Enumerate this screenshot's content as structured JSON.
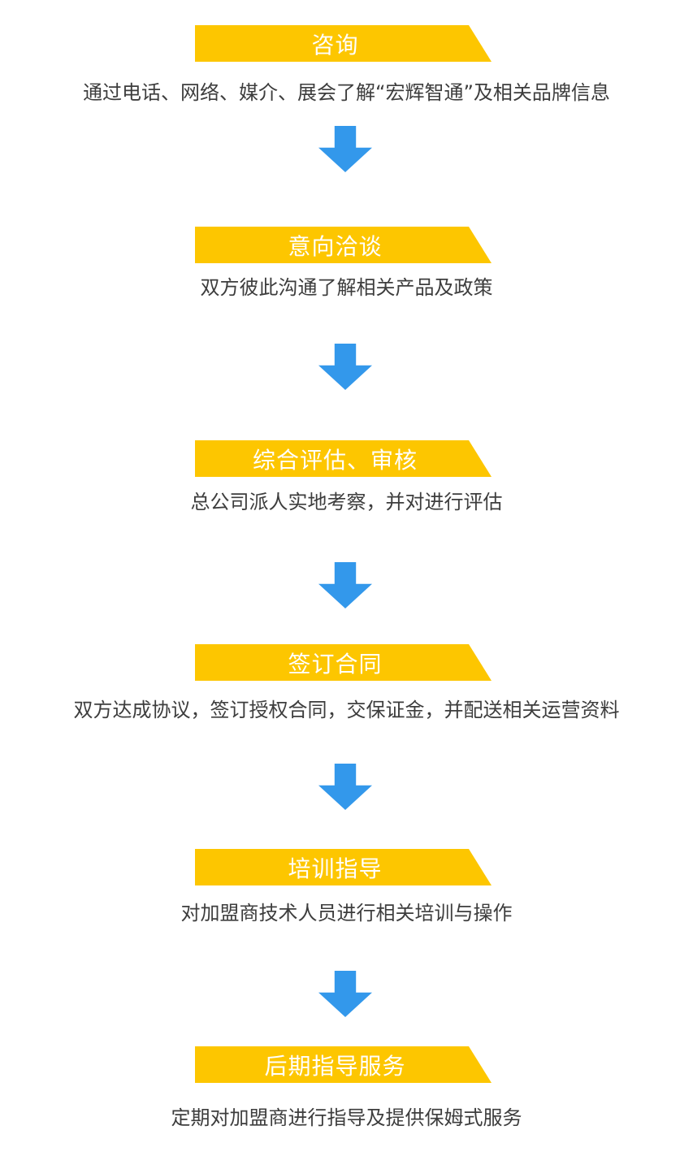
{
  "page": {
    "type": "franchise-process-flowchart",
    "background": "#FFFFFF"
  },
  "colors": {
    "banner_yellow": "#FDC600",
    "arrow_blue": "#3398EB",
    "description_text": "#3D3D3D",
    "banner_text": "#FFFFFF"
  },
  "icons": {
    "between_steps": "arrow-down-icon"
  },
  "steps": [
    {
      "title": "咨询",
      "description": "通过电话、网络、媒介、展会了解“宏辉智通”及相关品牌信息"
    },
    {
      "title": "意向洽谈",
      "description": "双方彼此沟通了解相关产品及政策"
    },
    {
      "title": "综合评估、审核",
      "description": "总公司派人实地考察，并对进行评估"
    },
    {
      "title": "签订合同",
      "description": "双方达成协议，签订授权合同，交保证金，并配送相关运营资料"
    },
    {
      "title": "培训指导",
      "description": "对加盟商技术人员进行相关培训与操作"
    },
    {
      "title": "后期指导服务",
      "description": "定期对加盟商进行指导及提供保姆式服务"
    }
  ]
}
